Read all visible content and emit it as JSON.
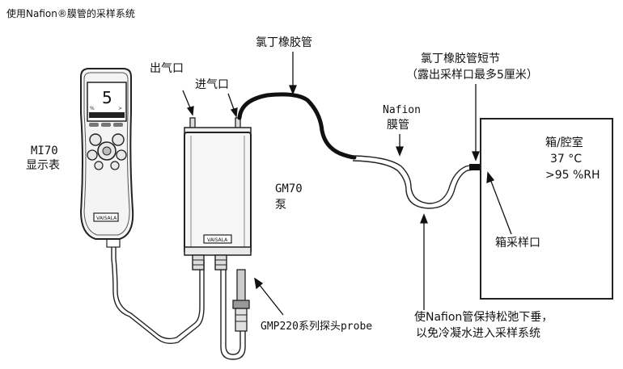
{
  "title": "使用Nafion®膜管的采样系统",
  "labels": {
    "outlet": "出气口",
    "inlet": "进气口",
    "chloroprene_tube": "氯丁橡胶管",
    "chloroprene_short_line1": "氯丁橡胶管短节",
    "chloroprene_short_line2": "（露出采样口最多5厘米）",
    "nafion_line1": "Nafion",
    "nafion_line2": "膜管",
    "mi70_line1": "MI70",
    "mi70_line2": "显示表",
    "gm70_line1": "GM70",
    "gm70_line2": "泵",
    "chamber_line1": "箱/腔室",
    "chamber_line2": "37 °C",
    "chamber_line3": ">95 %RH",
    "sampling_port": "箱采样口",
    "probe": "GMP220系列探头probe",
    "hint_line1": "使Nafion管保持松弛下垂，",
    "hint_line2": "以免冷凝水进入采样系统"
  },
  "device": {
    "screen_value": "5",
    "brand": "VAISALA"
  }
}
